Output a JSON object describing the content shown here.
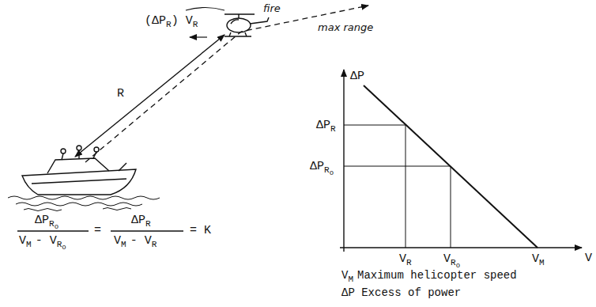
{
  "diagram": {
    "labels": [
      "fire",
      "max range",
      "(ΔP",
      "R",
      ") V",
      "R",
      "R",
      "ΔP",
      "R",
      "o",
      "V",
      "M",
      "- V",
      "R",
      "o",
      "=",
      "ΔP",
      "R",
      "V",
      "M",
      "- V",
      "R",
      "= K",
      "ΔP",
      "ΔP",
      "R",
      "ΔP",
      "R",
      "o",
      "V",
      "R",
      "V",
      "R",
      "o",
      "V",
      "M",
      "V",
      "V",
      "M",
      "Maximum helicopter speed",
      "ΔP Excess of power"
    ]
  }
}
